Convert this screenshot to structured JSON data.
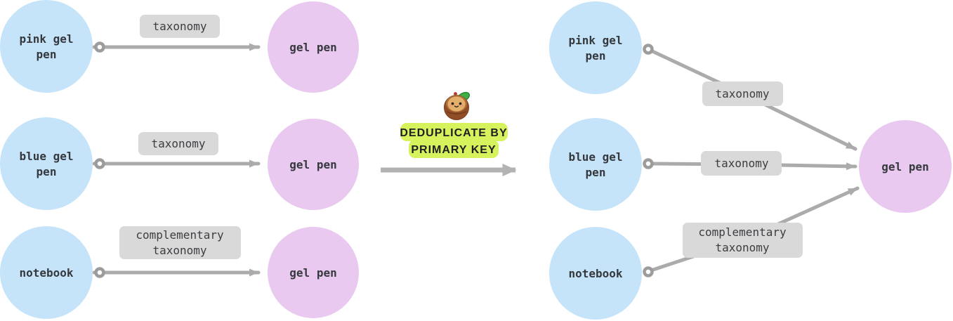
{
  "colors": {
    "background": "#ffffff",
    "entity_node_fill": "#c5e3f9",
    "concept_node_fill": "#eac9f1",
    "node_text": "#35383d",
    "edge_stroke": "#ababab",
    "edge_ring_stroke": "#9c9c9c",
    "edge_ring_fill": "#ffffff",
    "edge_label_bg": "#d9d9d9",
    "edge_label_text": "#3d3d42",
    "badge_bg": "#d6f25c",
    "badge_text": "#1e1f23",
    "transform_arrow": "#b3b3b3",
    "mascot_shell_dark": "#8f4e26",
    "mascot_shell_light": "#b0703a",
    "mascot_face": "#e3b06c",
    "mascot_leaf": "#3fae46"
  },
  "icons": {
    "mascot": "coconut-mascot",
    "edge_end": "arrowhead",
    "edge_start": "ring"
  },
  "before": {
    "entities": [
      {
        "label": "pink gel pen",
        "line1": "pink gel",
        "line2": "pen"
      },
      {
        "label": "blue gel pen",
        "line1": "blue gel",
        "line2": "pen"
      },
      {
        "label": "notebook",
        "line1": "notebook"
      }
    ],
    "concepts": [
      {
        "label": "gel pen"
      },
      {
        "label": "gel pen"
      },
      {
        "label": "gel pen"
      }
    ],
    "edges": [
      {
        "label": "taxonomy",
        "line1": "taxonomy"
      },
      {
        "label": "taxonomy",
        "line1": "taxonomy"
      },
      {
        "label": "complementary taxonomy",
        "line1": "complementary",
        "line2": "taxonomy"
      }
    ]
  },
  "transform": {
    "badge_line1": "DEDUPLICATE BY",
    "badge_line2": "PRIMARY KEY"
  },
  "after": {
    "entities": [
      {
        "label": "pink gel pen",
        "line1": "pink gel",
        "line2": "pen"
      },
      {
        "label": "blue gel pen",
        "line1": "blue gel",
        "line2": "pen"
      },
      {
        "label": "notebook",
        "line1": "notebook"
      }
    ],
    "concept": {
      "label": "gel pen"
    },
    "edges": [
      {
        "label": "taxonomy",
        "line1": "taxonomy"
      },
      {
        "label": "taxonomy",
        "line1": "taxonomy"
      },
      {
        "label": "complementary taxonomy",
        "line1": "complementary",
        "line2": "taxonomy"
      }
    ]
  }
}
